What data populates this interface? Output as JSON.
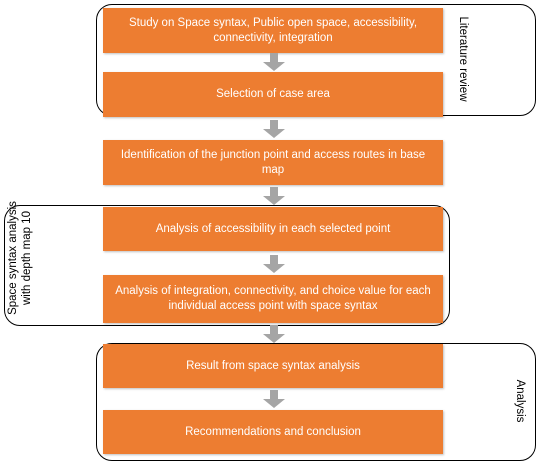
{
  "diagram": {
    "boxes": [
      "Study on Space syntax, Public open space, accessibility, connectivity, integration",
      "Selection of case area",
      "Identification of the junction point and access routes in base map",
      "Analysis of accessibility in each selected point",
      "Analysis of integration, connectivity, and choice value for each individual access point with space syntax",
      "Result from space syntax analysis",
      "Recommendations and conclusion"
    ],
    "groups": {
      "literature_review": "Literature review",
      "space_syntax": "Space syntax analysis with depth map 10",
      "analysis": "Analysis"
    },
    "colors": {
      "box_fill": "#ED7D31",
      "arrow": "#A5A5A5",
      "group_border": "#000000"
    }
  }
}
